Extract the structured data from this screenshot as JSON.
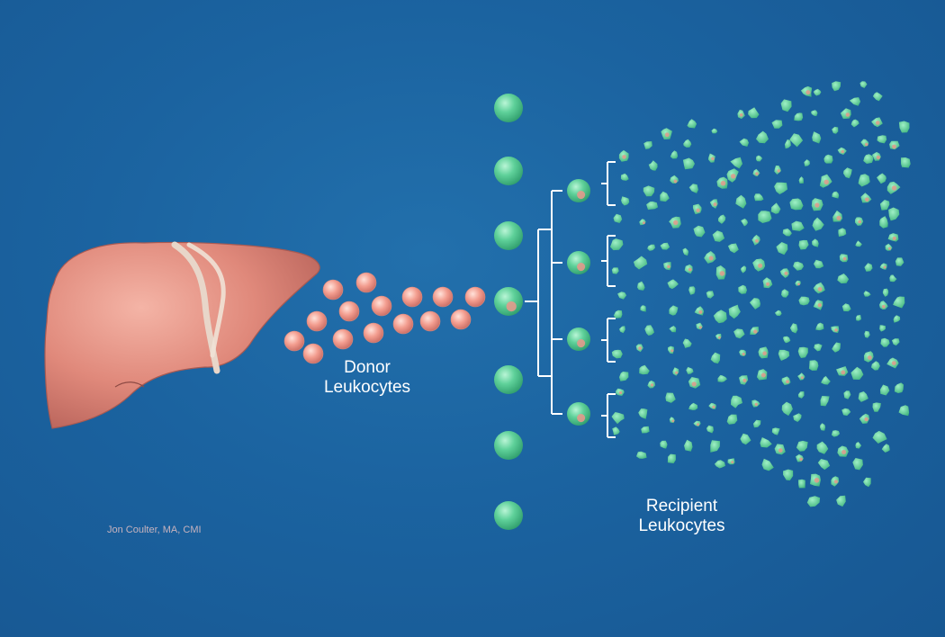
{
  "labels": {
    "donor_line1": "Donor",
    "donor_line2": "Leukocytes",
    "recipient_line1": "Recipient",
    "recipient_line2": "Leukocytes",
    "credit": "Jon Coulter, MA, CMI"
  },
  "colors": {
    "background": "#1b63a0",
    "liver": "#e38a7e",
    "donor_cell": "#f3a497",
    "recipient_cell": "#5fd19a",
    "bracket": "#ffffff"
  },
  "icons": {
    "organ": "liver-icon"
  }
}
